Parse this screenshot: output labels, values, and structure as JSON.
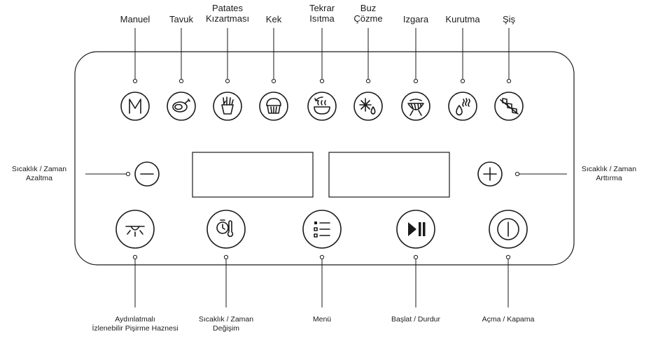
{
  "top_labels": [
    {
      "id": "manuel",
      "lines": [
        "Manuel"
      ],
      "icon": "m-letter-icon"
    },
    {
      "id": "tavuk",
      "lines": [
        "Tavuk"
      ],
      "icon": "chicken-icon"
    },
    {
      "id": "patates",
      "lines": [
        "Patates",
        "Kızartması"
      ],
      "icon": "fries-icon"
    },
    {
      "id": "kek",
      "lines": [
        "Kek"
      ],
      "icon": "cupcake-icon"
    },
    {
      "id": "tekrar",
      "lines": [
        "Tekrar",
        "Isıtma"
      ],
      "icon": "reheat-icon"
    },
    {
      "id": "buz",
      "lines": [
        "Buz",
        "Çözme"
      ],
      "icon": "defrost-icon"
    },
    {
      "id": "izgara",
      "lines": [
        "Izgara"
      ],
      "icon": "grill-icon"
    },
    {
      "id": "kurutma",
      "lines": [
        "Kurutma"
      ],
      "icon": "drying-icon"
    },
    {
      "id": "sis",
      "lines": [
        "Şiş"
      ],
      "icon": "skewer-icon"
    }
  ],
  "side_labels": {
    "left": [
      "Sıcaklık / Zaman",
      "Azaltma"
    ],
    "right": [
      "Sıcaklık / Zaman",
      "Arttırma"
    ]
  },
  "bottom_labels": [
    {
      "id": "light",
      "lines": [
        "Aydınlatmalı",
        "İzlenebilir Pişirme Haznesi"
      ],
      "icon": "light-icon"
    },
    {
      "id": "tempTime",
      "lines": [
        "Sıcaklık / Zaman",
        "Değişim"
      ],
      "icon": "timer-thermometer-icon"
    },
    {
      "id": "menu",
      "lines": [
        "Menü"
      ],
      "icon": "menu-list-icon"
    },
    {
      "id": "startStop",
      "lines": [
        "Başlat / Durdur"
      ],
      "icon": "play-pause-icon"
    },
    {
      "id": "power",
      "lines": [
        "Açma / Kapama"
      ],
      "icon": "power-icon"
    }
  ],
  "buttons": {
    "minus": "minus-icon",
    "plus": "plus-icon"
  }
}
